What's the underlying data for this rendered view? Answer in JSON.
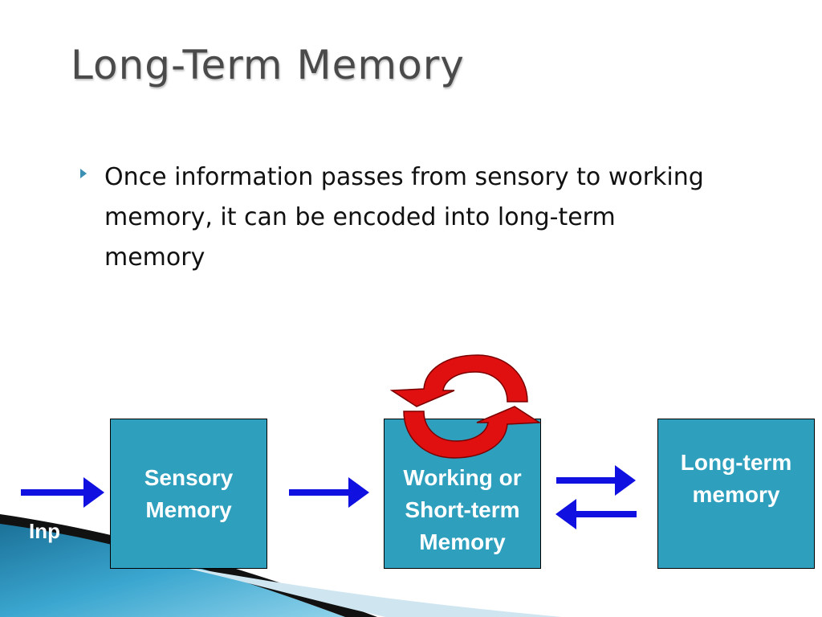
{
  "slide": {
    "title": "Long-Term Memory",
    "bullet": "Once information passes from sensory to working memory, it can be encoded into long-term memory"
  },
  "diagram": {
    "input_label": "Input",
    "boxes": {
      "sensory": "Sensory\nMemory",
      "working": "Working or\nShort-term\nMemory",
      "longterm": "Long-term\nmemory"
    }
  },
  "colors": {
    "box_fill": "#2e9fbd",
    "arrow_blue": "#1010e0",
    "rehearsal_red": "#e01010",
    "title_gray": "#4a4a4a",
    "bullet_marker": "#3b8fb3"
  }
}
